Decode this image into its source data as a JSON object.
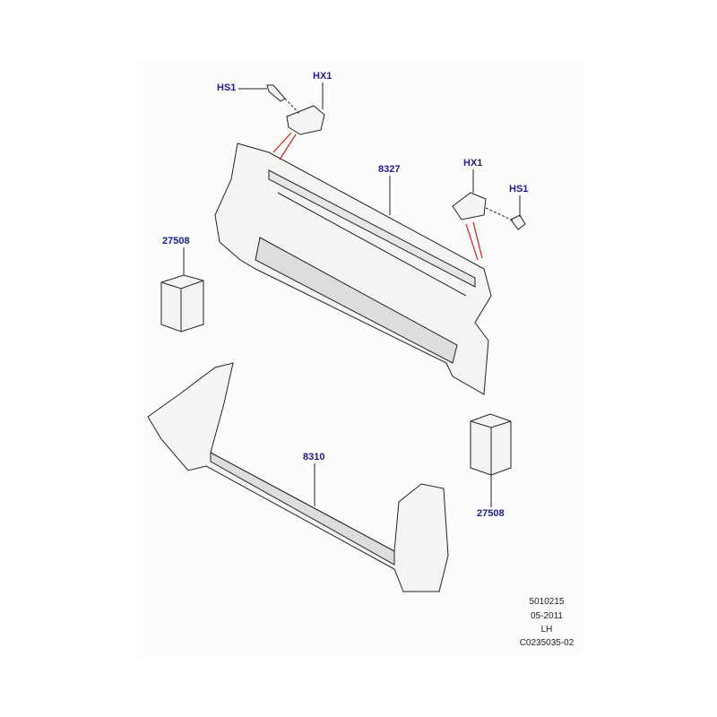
{
  "callouts": {
    "hs1_top_left": "HS1",
    "hx1_top_left": "HX1",
    "part_8327": "8327",
    "hx1_right": "HX1",
    "hs1_right": "HS1",
    "part_27508_left": "27508",
    "part_8310": "8310",
    "part_27508_right": "27508"
  },
  "info": {
    "code": "5010215",
    "date": "05-2011",
    "side": "LH",
    "illustration_id": "C0235035-02"
  },
  "colors": {
    "callout": "#1c1c8a",
    "leader_red": "#d02020"
  }
}
